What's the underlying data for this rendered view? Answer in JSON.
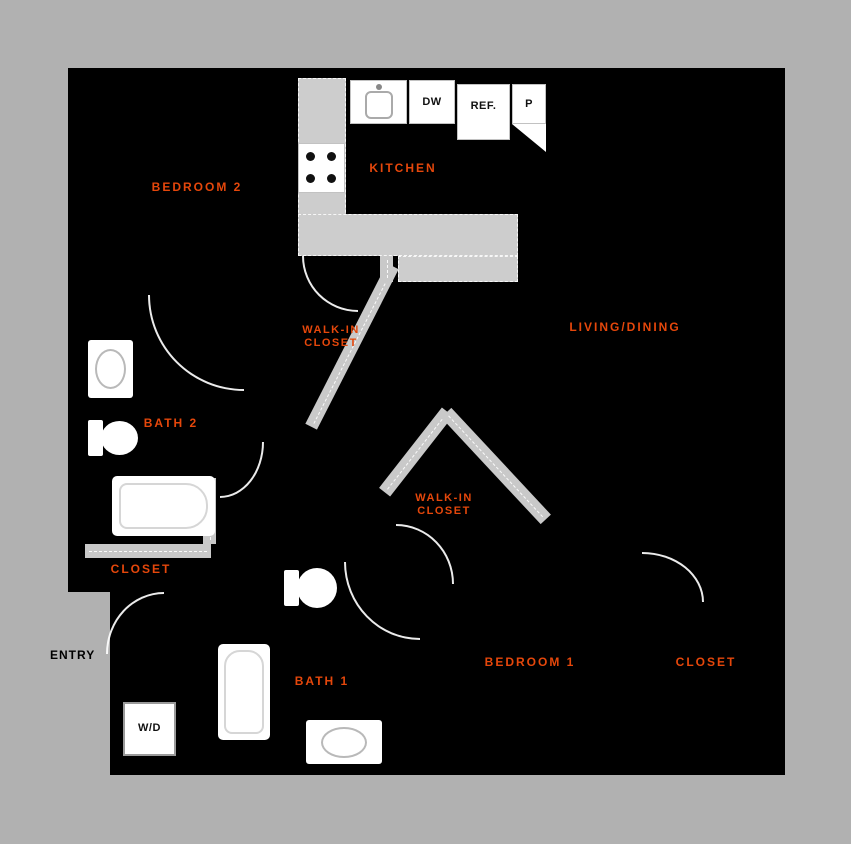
{
  "canvas": {
    "background_color": "#b1b1b1",
    "floor_color": "#000000",
    "counter_color": "#cdcdcd",
    "fixture_color": "#ffffff",
    "accent_color": "#e5470b"
  },
  "rooms": {
    "bedroom2": "BEDROOM 2",
    "kitchen": "KITCHEN",
    "living_dining": "LIVING/DINING",
    "hall_closet_line1": "WALK-IN",
    "hall_closet_line2": "CLOSET",
    "bath2": "BATH 2",
    "entry_closet": "CLOSET",
    "wic_line1": "WALK-IN",
    "wic_line2": "CLOSET",
    "bedroom1": "BEDROOM 1",
    "bedroom1_closet": "CLOSET",
    "bath1": "BATH 1",
    "entry": "ENTRY"
  },
  "appliances": {
    "dishwasher": "DW",
    "refrigerator": "REF.",
    "pantry": "P",
    "washer_dryer": "W/D"
  }
}
